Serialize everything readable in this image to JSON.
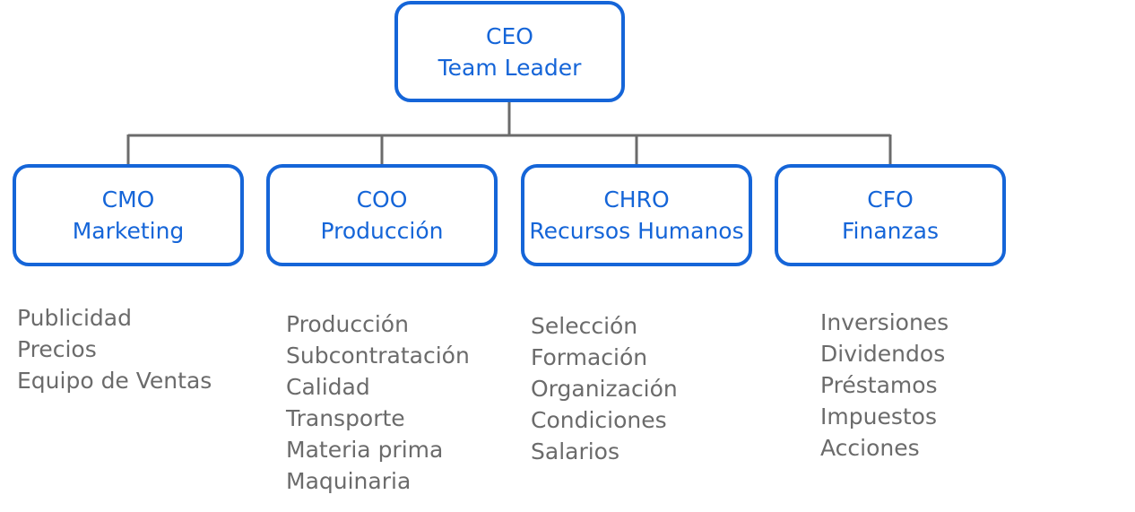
{
  "colors": {
    "box_border": "#1565d8",
    "box_text": "#1565d8",
    "connector": "#6b6b6b",
    "duty_text": "#6b6b6b"
  },
  "ceo": {
    "role": "CEO",
    "title": "Team Leader"
  },
  "departments": [
    {
      "role": "CMO",
      "title": "Marketing",
      "duties": [
        "Publicidad",
        "Precios",
        "Equipo de Ventas"
      ]
    },
    {
      "role": "COO",
      "title": "Producción",
      "duties": [
        "Producción",
        "Subcontratación",
        "Calidad",
        "Transporte",
        "Materia prima",
        "Maquinaria"
      ]
    },
    {
      "role": "CHRO",
      "title": "Recursos Humanos",
      "duties": [
        "Selección",
        "Formación",
        "Organización",
        "Condiciones",
        "Salarios"
      ]
    },
    {
      "role": "CFO",
      "title": "Finanzas",
      "duties": [
        "Inversiones",
        "Dividendos",
        "Préstamos",
        "Impuestos",
        "Acciones"
      ]
    }
  ]
}
